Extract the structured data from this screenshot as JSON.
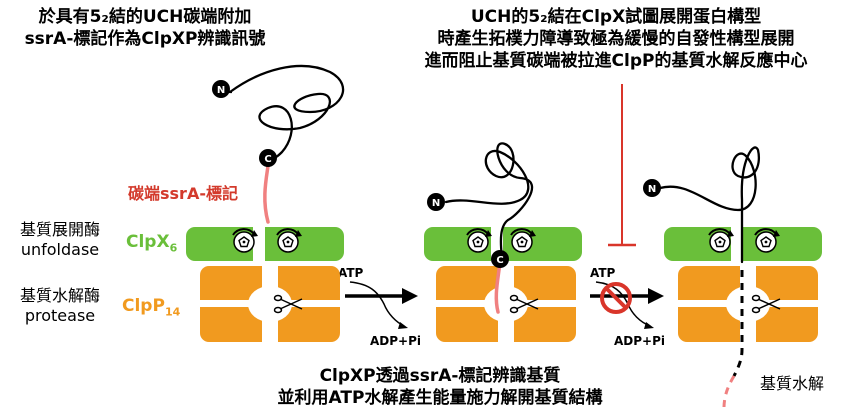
{
  "top_left": {
    "line1": "於具有5₂結的UCH碳端附加",
    "line2": "ssrA-標記作為ClpXP辨識訊號"
  },
  "top_right": {
    "line1": "UCH的5₂結在ClpX試圖展開蛋白構型",
    "line2": "時產生拓樸力障導致極為緩慢的自發性構型展開",
    "line3": "進而阻止基質碳端被拉進ClpP的基質水解反應中心"
  },
  "bottom_center": {
    "line1": "ClpXP透過ssrA-標記辨識基質",
    "line2": "並利用ATP水解產生能量施力解開基質結構"
  },
  "tag_label": "碳端ssrA-標記",
  "unfoldase": {
    "zh": "基質展開酶",
    "en": "unfoldase",
    "name": "ClpX",
    "sub": "6"
  },
  "protease": {
    "zh": "基質水解酶",
    "en": "protease",
    "name": "ClpP",
    "sub": "14"
  },
  "terminus": {
    "n": "N",
    "c": "C"
  },
  "reaction": {
    "atp": "ATP",
    "products": "ADP+Pi"
  },
  "degradation_label": "基質水解",
  "colors": {
    "clpx_green": "#6abf3a",
    "clpp_orange": "#f19a1f",
    "tag_red": "#d33a2c",
    "tag_pink": "#f08080",
    "inhibit_red": "#d9352a"
  }
}
